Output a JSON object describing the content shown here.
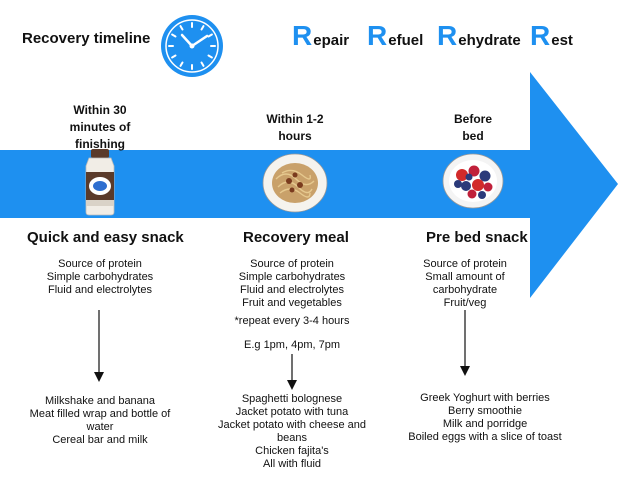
{
  "header": {
    "title": "Recovery timeline",
    "rs": [
      {
        "letter": "R",
        "rest": "epair"
      },
      {
        "letter": "R",
        "rest": "efuel"
      },
      {
        "letter": "R",
        "rest": "ehydrate"
      },
      {
        "letter": "R",
        "rest": "est"
      }
    ]
  },
  "colors": {
    "accent": "#1e90f0",
    "text": "#111111"
  },
  "columns": [
    {
      "time": [
        "Within 30",
        "minutes of",
        "finishing"
      ],
      "image_icon": "milkshake-bottle-icon",
      "title": "Quick and easy snack",
      "needs": [
        "Source of protein",
        "Simple carbohydrates",
        "Fluid and electrolytes"
      ],
      "examples": [
        "Milkshake and banana",
        "Meat filled wrap and bottle of",
        "water",
        "Cereal bar and milk"
      ]
    },
    {
      "time": [
        "Within 1-2",
        "hours"
      ],
      "image_icon": "spaghetti-plate-icon",
      "title": "Recovery meal",
      "needs": [
        "Source of protein",
        "Simple carbohydrates",
        "Fluid and electrolytes",
        "Fruit and vegetables"
      ],
      "notes": [
        "*repeat every 3-4 hours",
        "E.g 1pm, 4pm, 7pm"
      ],
      "examples": [
        "Spaghetti bolognese",
        "Jacket potato with tuna",
        "Jacket potato with cheese and",
        "beans",
        "Chicken fajita's",
        "All with fluid"
      ]
    },
    {
      "time": [
        "Before",
        "bed"
      ],
      "image_icon": "berry-bowl-icon",
      "title": "Pre bed snack",
      "needs": [
        "Source of protein",
        "Small amount of",
        "carbohydrate",
        "Fruit/veg"
      ],
      "examples": [
        "Greek Yoghurt with berries",
        "Berry smoothie",
        "Milk and porridge",
        "Boiled eggs with a slice of toast"
      ]
    }
  ]
}
